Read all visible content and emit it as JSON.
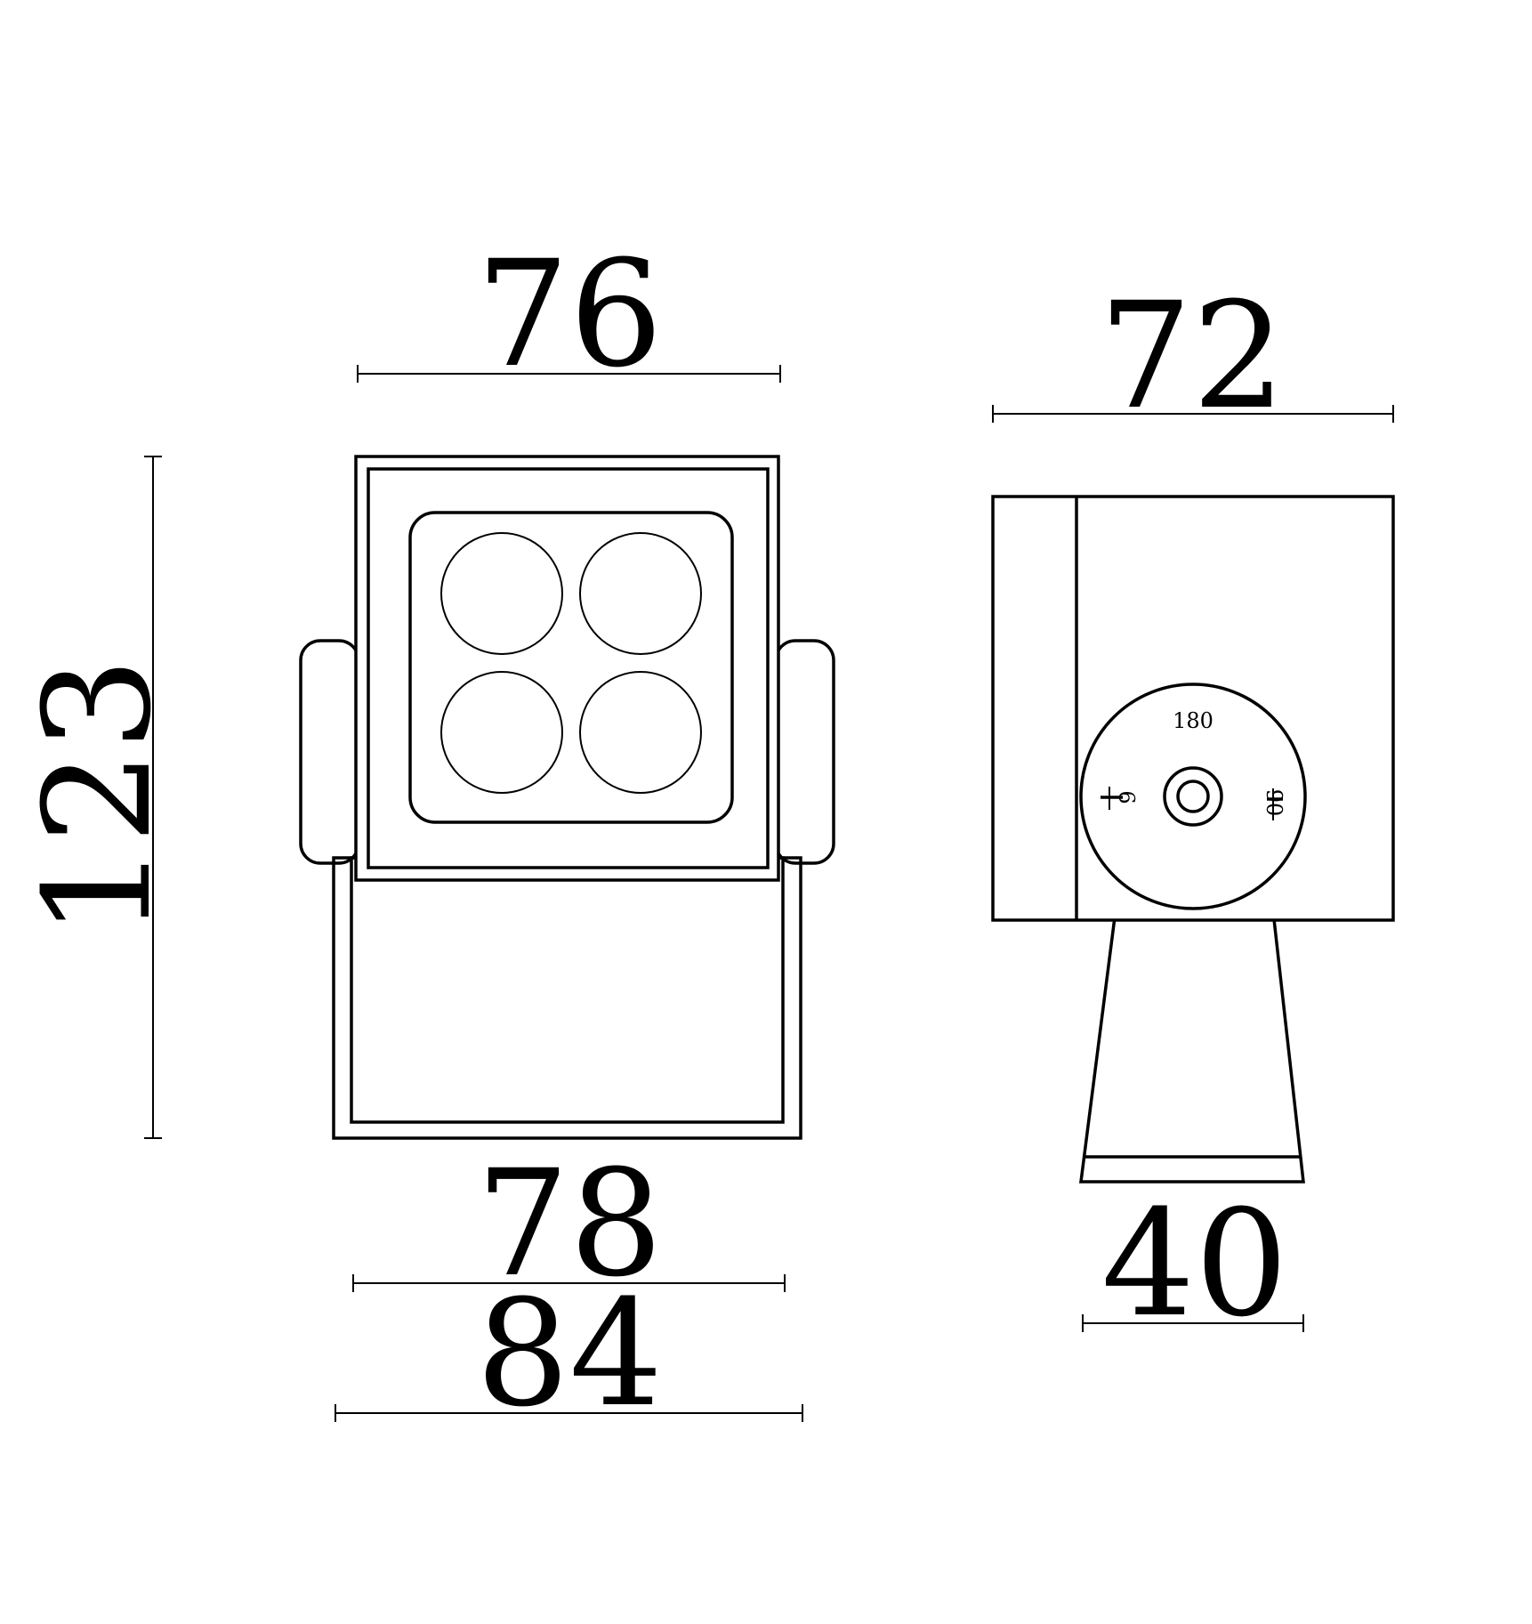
{
  "dimensions": {
    "top_width_front": "76",
    "top_width_side": "72",
    "height_total": "123",
    "bottom_inner_width": "78",
    "bottom_outer_width": "84",
    "base_width_side": "40"
  },
  "side_view_labels": {
    "rotation_angle": "180",
    "left_mark": "6",
    "right_mark": "90"
  }
}
